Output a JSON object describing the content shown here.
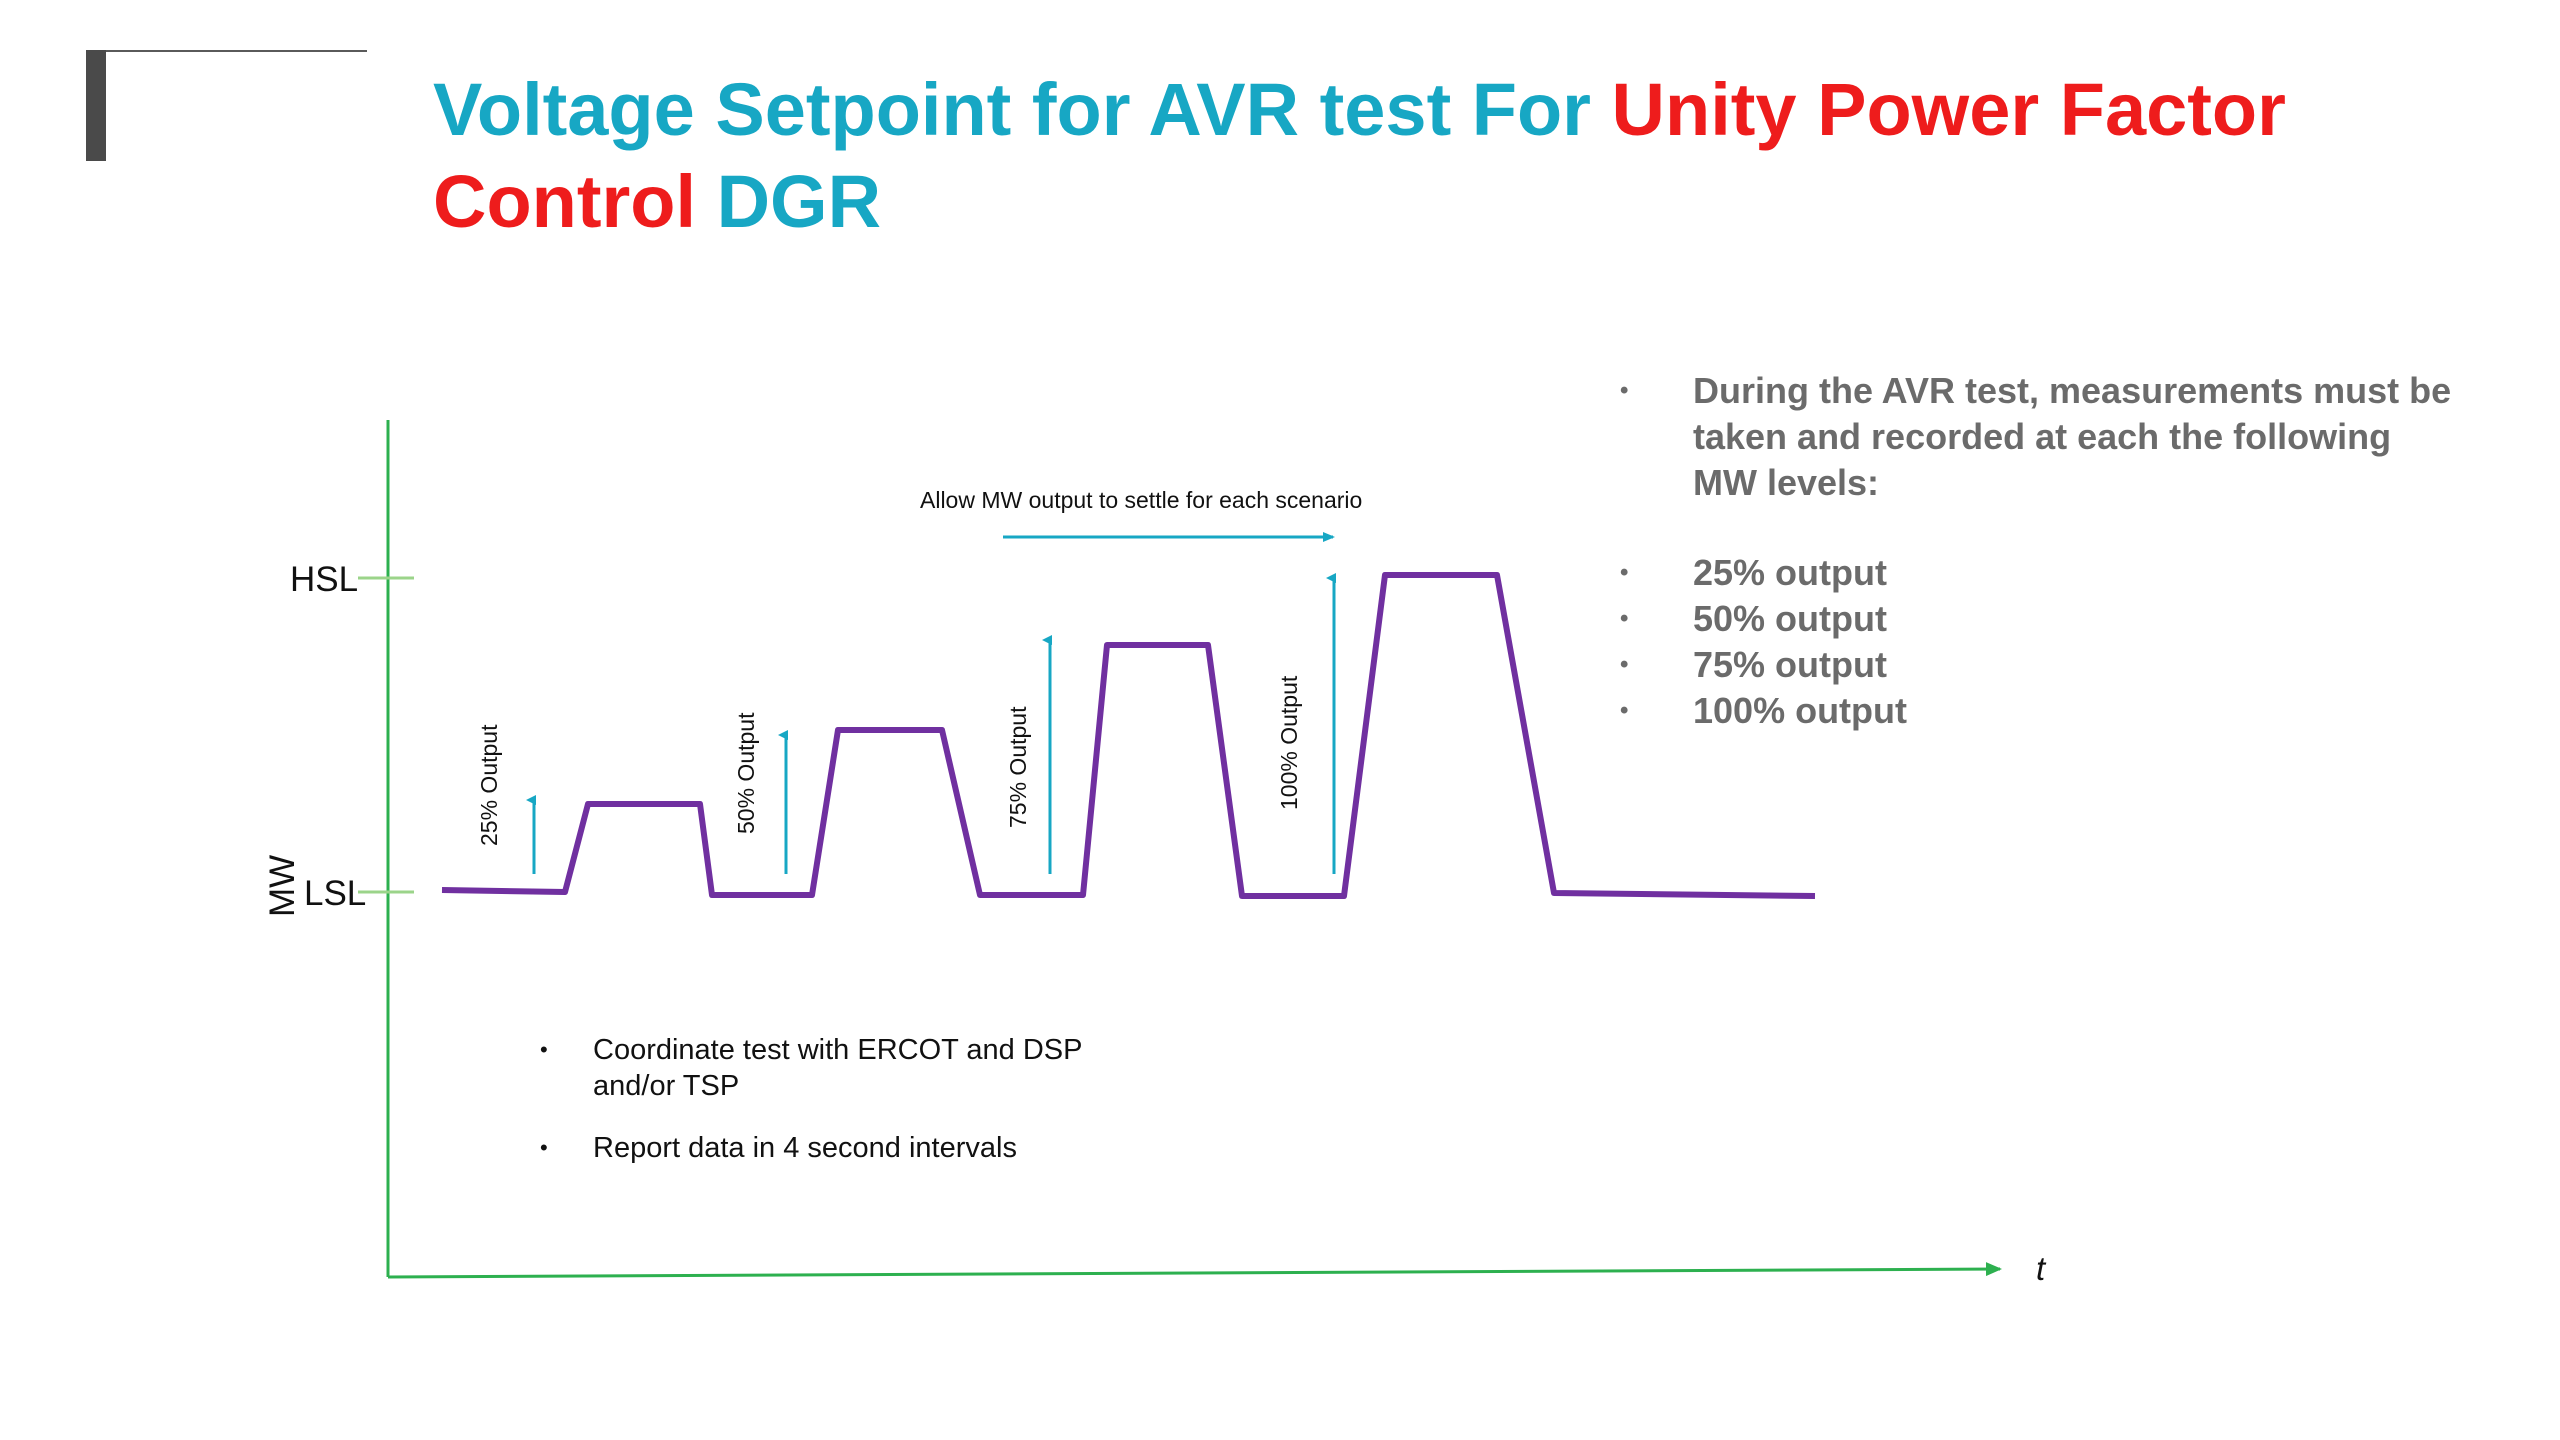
{
  "title": {
    "part1": "Voltage Setpoint for AVR test For",
    "part2": "Unity Power Factor",
    "part3": "Control",
    "part4": "DGR"
  },
  "colors": {
    "title_teal": "#17a7c4",
    "title_red": "#ee1c1c",
    "axis": "#2db04f",
    "curve": "#7030a0",
    "arrow": "#17a7c4",
    "note_text": "#6b6b6b"
  },
  "axes": {
    "y_label": "MW",
    "x_label": "t",
    "hsl_label": "HSL",
    "lsl_label": "LSL"
  },
  "settle_note": "Allow MW output to settle for each scenario",
  "step_labels": [
    "25% Output",
    "50% Output",
    "75% Output",
    "100% Output"
  ],
  "notes": {
    "lead": "During the AVR test, measurements must be taken and recorded at each the following MW levels:",
    "levels": [
      "25% output",
      "50% output",
      "75% output",
      "100% output"
    ]
  },
  "steps": [
    "Coordinate test with ERCOT and DSP and/or TSP",
    "Report data in 4 second intervals"
  ]
}
